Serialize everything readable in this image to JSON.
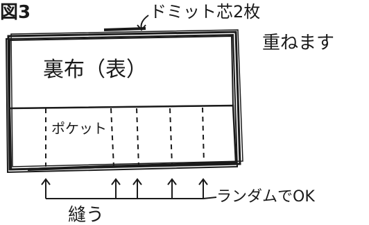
{
  "figure": {
    "label": "図3"
  },
  "callouts": {
    "top_line1": "ドミット芯2枚",
    "top_line2": "重ねます",
    "right_note": "ランダムでOK",
    "bottom_label": "縫う"
  },
  "layers": {
    "lining_label": "裏布（表）",
    "pocket_label": "ポケット"
  },
  "colors": {
    "ink": "#1a1a1a",
    "paper": "#ffffff"
  }
}
